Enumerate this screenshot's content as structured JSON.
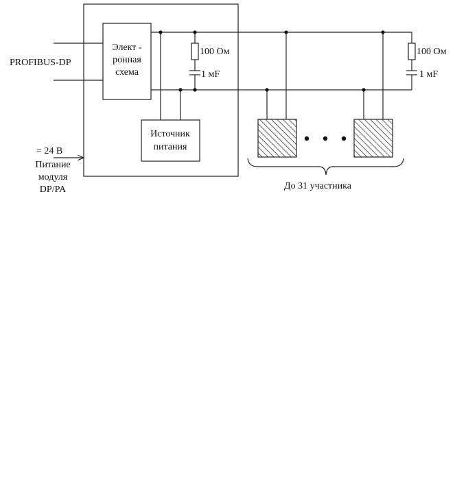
{
  "labels": {
    "profibus": "PROFIBUS-DP",
    "electronics_line1": "Элект -",
    "electronics_line2": "ронная",
    "electronics_line3": "схема",
    "source_line1": "Источник",
    "source_line2": "питания",
    "supply_voltage": "= 24 В",
    "supply_line1": "Питание",
    "supply_line2": "модуля",
    "supply_line3": "DP/PA",
    "resistor_left": "100 Ом",
    "capacitor_left": "1 мF",
    "resistor_right": "100 Ом",
    "capacitor_right": "1 мF",
    "participants": "До 31 участника"
  }
}
